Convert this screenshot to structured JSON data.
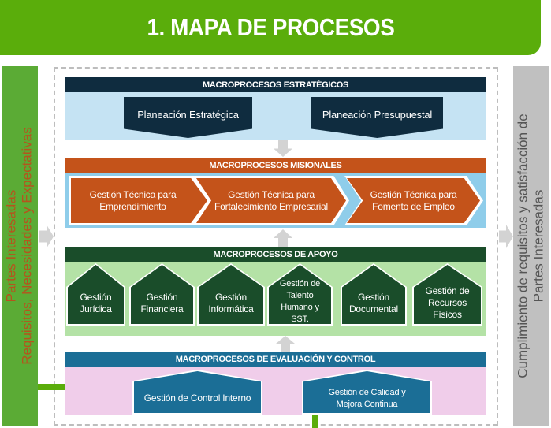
{
  "title": "1. MAPA DE PROCESOS",
  "left_bar": {
    "line1": "Partes Interesadas",
    "line2": "Requisitos, Necesidades y Expectativas"
  },
  "right_bar": {
    "line1": "Cumplimiento de requisitos y satisfacción de",
    "line2": "Partes Interesadas"
  },
  "estrategicos": {
    "header": "MACROPROCESOS ESTRATÉGICOS",
    "items": [
      "Planeación Estratégica",
      "Planeación Presupuestal"
    ]
  },
  "misionales": {
    "header": "MACROPROCESOS MISIONALES",
    "items": [
      "Gestión Técnica para Emprendimiento",
      "Gestión Técnica para Fortalecimiento Empresarial",
      "Gestión Técnica para Fomento de Empleo"
    ]
  },
  "apoyo": {
    "header": "MACROPROCESOS DE APOYO",
    "items": [
      "Gestión Jurídica",
      "Gestión Financiera",
      "Gestión Informática",
      "Gestión de Talento Humano y SST.",
      "Gestión Documental",
      "Gestión de Recursos Físicos"
    ]
  },
  "evaluacion": {
    "header": "MACROPROCESOS DE EVALUACIÓN Y CONTROL",
    "items": [
      "Gestión de Control Interno",
      "Gestión de Calidad y Mejora Continua"
    ]
  },
  "colors": {
    "header": "#5aad0b",
    "estrategicos": "#0f2c3f",
    "misionales": "#c4531a",
    "apoyo": "#1a4d2a",
    "evaluacion": "#1b6e96"
  }
}
